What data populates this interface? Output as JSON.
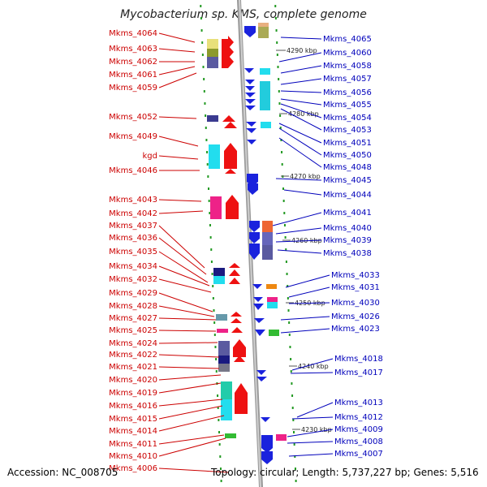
{
  "title": "Mycobacterium sp. KMS, complete genome",
  "footer": {
    "accession": "Accession: NC_008705",
    "topology": "Topology: circular; Length: 5,737,227 bp; Genes: 5,516"
  },
  "colors": {
    "left_labels": "#cc0000",
    "right_labels": "#0000bb",
    "backbone": "#999999",
    "tick": "#229922"
  },
  "left_genes": [
    "Mkms_4064",
    "Mkms_4063",
    "Mkms_4062",
    "Mkms_4061",
    "Mkms_4059",
    "Mkms_4052",
    "Mkms_4049",
    "kgd",
    "Mkms_4046",
    "Mkms_4043",
    "Mkms_4042",
    "Mkms_4037",
    "Mkms_4036",
    "Mkms_4035",
    "Mkms_4034",
    "Mkms_4032",
    "Mkms_4029",
    "Mkms_4028",
    "Mkms_4027",
    "Mkms_4025",
    "Mkms_4024",
    "Mkms_4022",
    "Mkms_4021",
    "Mkms_4020",
    "Mkms_4019",
    "Mkms_4016",
    "Mkms_4015",
    "Mkms_4014",
    "Mkms_4011",
    "Mkms_4010",
    "Mkms_4006"
  ],
  "right_genes": [
    "Mkms_4065",
    "Mkms_4060",
    "Mkms_4058",
    "Mkms_4057",
    "Mkms_4056",
    "Mkms_4055",
    "Mkms_4054",
    "Mkms_4053",
    "Mkms_4051",
    "Mkms_4050",
    "Mkms_4048",
    "Mkms_4045",
    "Mkms_4044",
    "Mkms_4041",
    "Mkms_4040",
    "Mkms_4039",
    "Mkms_4038",
    "Mkms_4033",
    "Mkms_4031",
    "Mkms_4030",
    "Mkms_4026",
    "Mkms_4023",
    "Mkms_4018",
    "Mkms_4017",
    "Mkms_4013",
    "Mkms_4012",
    "Mkms_4009",
    "Mkms_4008",
    "Mkms_4007"
  ],
  "kbp_markers": [
    "4290 kbp",
    "4280 kbp",
    "4270 kbp",
    "4260 kbp",
    "4250 kbp",
    "4240 kbp",
    "4230 kbp"
  ]
}
